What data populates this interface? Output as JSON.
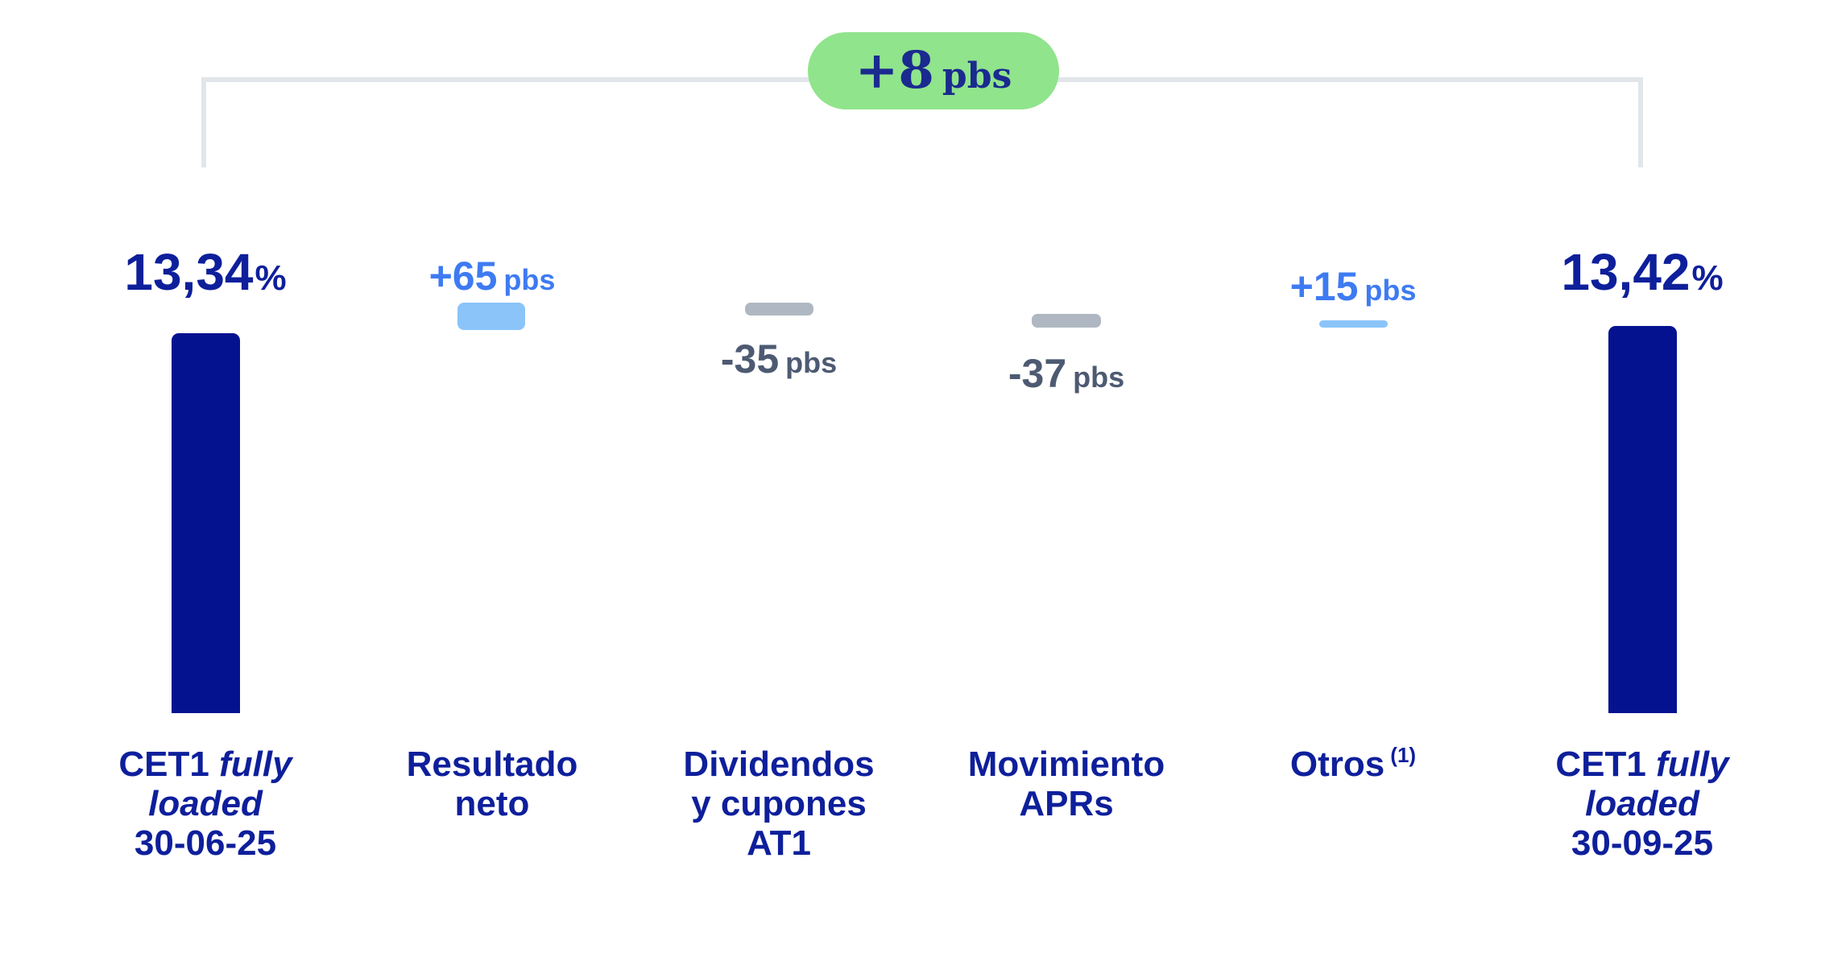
{
  "chart_data": {
    "type": "bar",
    "subtype": "waterfall",
    "title": "",
    "unit": "pbs",
    "legend": "none",
    "grid": false,
    "total_change": {
      "value": "+8",
      "unit": "pbs",
      "value_num": 8
    },
    "columns": [
      {
        "kind": "total-start",
        "value": "13,34",
        "pct": "%",
        "value_num": 13.34,
        "label_line1_regular": "CET1",
        "label_line1_italic": "fully",
        "label_line2_italic": "loaded",
        "label_line3": "30-06-25"
      },
      {
        "kind": "delta-positive",
        "delta": "+65",
        "unit": "pbs",
        "delta_num": 65,
        "label_lines": [
          "Resultado",
          "neto"
        ]
      },
      {
        "kind": "delta-negative",
        "delta": "-35",
        "unit": "pbs",
        "delta_num": -35,
        "label_lines": [
          "Dividendos",
          "y cupones",
          "AT1"
        ]
      },
      {
        "kind": "delta-negative",
        "delta": "-37",
        "unit": "pbs",
        "delta_num": -37,
        "label_lines": [
          "Movimiento",
          "APRs"
        ]
      },
      {
        "kind": "delta-positive",
        "delta": "+15",
        "unit": "pbs",
        "delta_num": 15,
        "label": "Otros",
        "footnote": "(1)"
      },
      {
        "kind": "total-end",
        "value": "13,42",
        "pct": "%",
        "value_num": 13.42,
        "label_line1_regular": "CET1",
        "label_line1_italic": "fully",
        "label_line2_italic": "loaded",
        "label_line3": "30-09-25"
      }
    ],
    "colors": {
      "total_bar": "#05128f",
      "positive_bar": "#8ac4f9",
      "negative_bar": "#afb8c2",
      "positive_text": "#3e7bf2",
      "negative_text": "#4d5a72",
      "total_text": "#0e1f9b",
      "badge_background": "#90e48c",
      "badge_text": "#1a2a8f",
      "bracket_line": "#e2e6ea"
    }
  }
}
